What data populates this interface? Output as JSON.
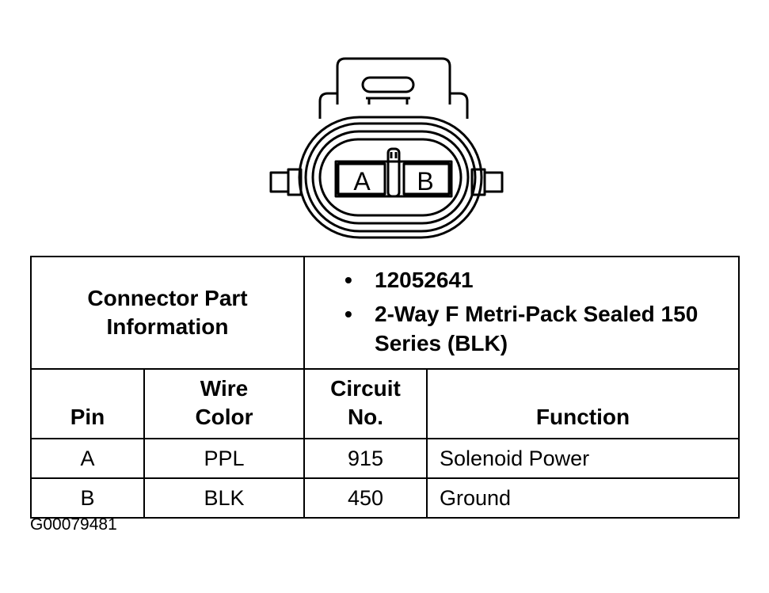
{
  "connector": {
    "pin_labels": [
      "A",
      "B"
    ]
  },
  "part_info": {
    "label": "Connector Part Information",
    "items": [
      "12052641",
      "2-Way F Metri-Pack Sealed 150 Series (BLK)"
    ]
  },
  "table": {
    "headers": {
      "pin": "Pin",
      "wire_color": "Wire Color",
      "circuit_no": "Circuit No.",
      "function": "Function"
    },
    "rows": [
      {
        "pin": "A",
        "wire_color": "PPL",
        "circuit_no": "915",
        "function": "Solenoid Power"
      },
      {
        "pin": "B",
        "wire_color": "BLK",
        "circuit_no": "450",
        "function": "Ground"
      }
    ]
  },
  "figure_id": "G00079481"
}
